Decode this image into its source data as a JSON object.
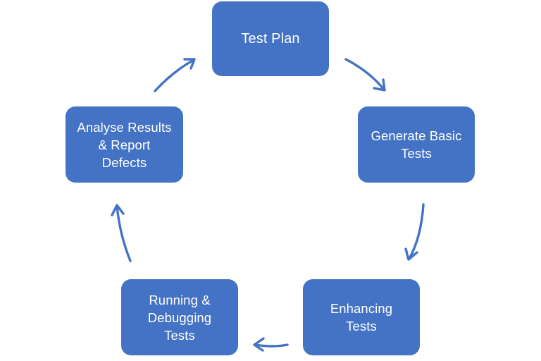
{
  "diagram": {
    "nodes": [
      {
        "id": "test-plan",
        "label": "Test Plan"
      },
      {
        "id": "generate-basic-tests",
        "label": "Generate Basic\nTests"
      },
      {
        "id": "enhancing-tests",
        "label": "Enhancing\nTests"
      },
      {
        "id": "running-debugging-tests",
        "label": "Running &\nDebugging\nTests"
      },
      {
        "id": "analyse-results",
        "label": "Analyse Results\n& Report\nDefects"
      }
    ],
    "edges": [
      {
        "from": "test-plan",
        "to": "generate-basic-tests"
      },
      {
        "from": "generate-basic-tests",
        "to": "enhancing-tests"
      },
      {
        "from": "enhancing-tests",
        "to": "running-debugging-tests"
      },
      {
        "from": "running-debugging-tests",
        "to": "analyse-results"
      },
      {
        "from": "analyse-results",
        "to": "test-plan"
      }
    ],
    "colors": {
      "node_fill": "#4472c4",
      "node_text": "#ffffff",
      "arrow": "#4472c4",
      "background": "#ffffff"
    }
  }
}
